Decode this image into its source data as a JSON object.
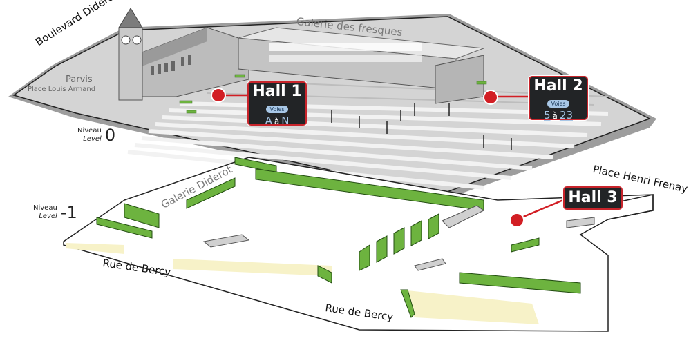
{
  "streets": {
    "boulevard_diderot": "Boulevard Diderot",
    "galerie_fresques": "Galerie des fresques",
    "parvis": "Parvis",
    "place_louis_armand": "Place Louis Armand",
    "place_henri_frenay": "Place Henri Frenay",
    "galerie_diderot": "Galerie Diderot",
    "rue_bercy_1": "Rue de Bercy",
    "rue_bercy_2": "Rue de Bercy"
  },
  "levels": {
    "level_0": {
      "niveau": "Niveau",
      "level": "Level",
      "number": "0"
    },
    "level_minus_1": {
      "niveau": "Niveau",
      "level": "Level",
      "number": "-1"
    }
  },
  "halls": {
    "hall_1": {
      "title": "Hall 1",
      "voies": "Voies",
      "from": "A",
      "sep": "à",
      "to": "N"
    },
    "hall_2": {
      "title": "Hall 2",
      "voies": "Voies",
      "from": "5",
      "sep": "à",
      "to": "23"
    },
    "hall_3": {
      "title": "Hall 3"
    }
  },
  "colors": {
    "accent_red": "#c8242b",
    "green": "#6db33f",
    "badge_dark": "#222426",
    "voies_blue": "#a8c7e6",
    "platform_gray": "#d8d8d8",
    "street_yellow": "#f7f2c8"
  }
}
